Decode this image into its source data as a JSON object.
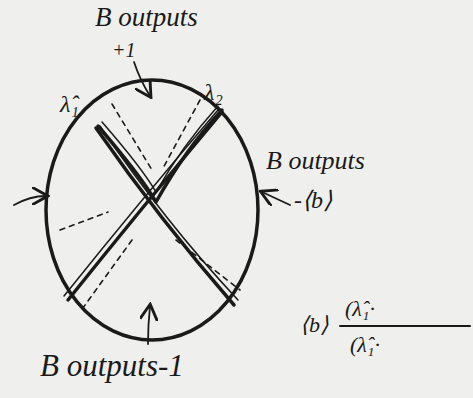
{
  "diagram": {
    "labels": [
      "B outputs",
      "+1",
      "λ̂₁",
      "λ₂",
      "B outputs",
      "-⟨b⟩",
      "B outputs-1",
      "⟨b⟩",
      "(λ̂₁·",
      "(λ̂₁·"
    ]
  }
}
